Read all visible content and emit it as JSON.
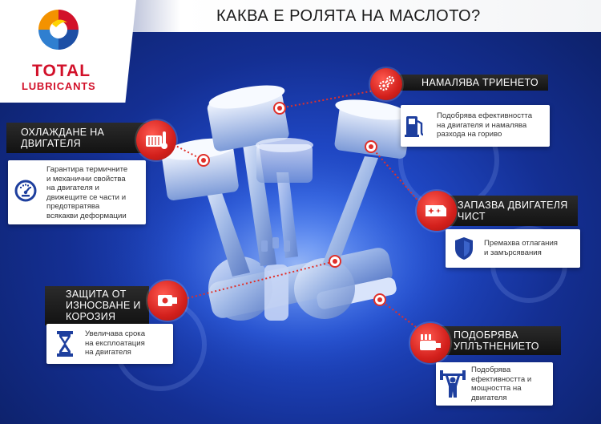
{
  "header": {
    "title": "КАКВА Е РОЛЯТА НА МАСЛОТО?"
  },
  "logo": {
    "line1": "TOTAL",
    "line2": "LUBRICANTS"
  },
  "colors": {
    "accent_red": "#d2112a",
    "badge_red": "#e0302a",
    "dark_bar": "#1a1a1a",
    "icon_blue": "#1e3f9e"
  },
  "callouts": {
    "friction": {
      "title": "НАМАЛЯВА ТРИЕНЕТО",
      "text": [
        "Подобрява ефективността",
        "на двигателя и намалява",
        "разхода на гориво"
      ],
      "badge_icon": "gears-icon",
      "card_icon": "fuel-pump-icon"
    },
    "cooling": {
      "title": [
        "ОХЛАЖДАНЕ НА",
        "ДВИГАТЕЛЯ"
      ],
      "text": [
        "Гарантира термичните",
        "и механични свойства",
        "на двигателя и",
        "движещите се части и",
        "предотвратява",
        "всякакви деформации"
      ],
      "badge_icon": "thermometer-icon",
      "card_icon": "gauge-icon"
    },
    "clean": {
      "title": [
        "ЗАПАЗВА ДВИГАТЕЛЯ",
        "ЧИСТ"
      ],
      "text": [
        "Премахва отлагания",
        "и замърсявания"
      ],
      "badge_icon": "sparkle-clean-icon",
      "card_icon": "shield-icon"
    },
    "wear": {
      "title": [
        "ЗАЩИТА ОТ",
        "ИЗНОСВАНЕ И",
        "КОРОЗИЯ"
      ],
      "text": [
        "Увеличава срока",
        "на експлоатация",
        "на двигателя"
      ],
      "badge_icon": "engine-part-icon",
      "card_icon": "hourglass-icon"
    },
    "seal": {
      "title": [
        "ПОДОБРЯВА",
        "УПЛЪТНЕНИЕТО"
      ],
      "text": [
        "Подобрява",
        "ефективността и",
        "мощността на",
        "двигателя"
      ],
      "badge_icon": "seal-engine-icon",
      "card_icon": "weightlifter-icon"
    }
  }
}
